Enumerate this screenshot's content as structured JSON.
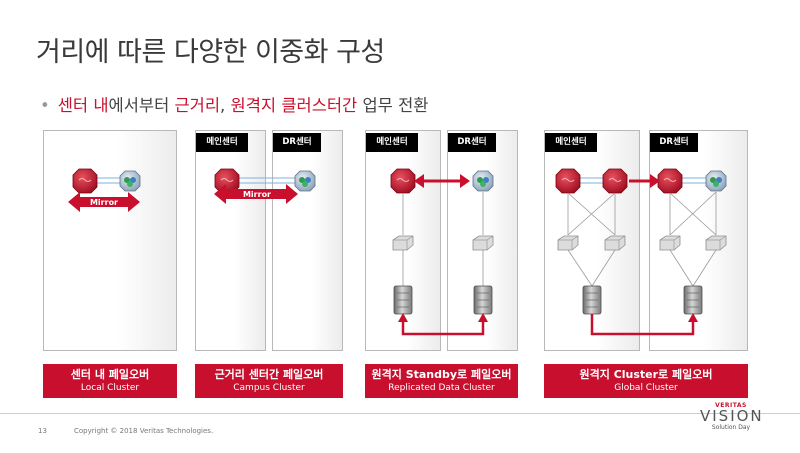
{
  "slide": {
    "title": "거리에 따른 다양한 이중화 구성",
    "bullet": {
      "part1": "센터 내",
      "part2": "에서부터 ",
      "part3": "근거리",
      "part4": ", ",
      "part5": "원격지 클러스터간",
      "part6": " 업무 전환"
    }
  },
  "scenarios": [
    {
      "tags": [],
      "mirror_label": "Mirror",
      "caption_ko": "센터 내 페일오버",
      "caption_en": "Local Cluster"
    },
    {
      "tags": [
        "메인센터",
        "DR센터"
      ],
      "mirror_label": "Mirror",
      "caption_ko": "근거리 센터간 페일오버",
      "caption_en": "Campus Cluster"
    },
    {
      "tags": [
        "메인센터",
        "DR센터"
      ],
      "caption_ko": "원격지 Standby로 페일오버",
      "caption_en": "Replicated Data Cluster"
    },
    {
      "tags": [
        "메인센터",
        "DR센터"
      ],
      "caption_ko": "원격지 Cluster로 페일오버",
      "caption_en": "Global Cluster"
    }
  ],
  "footer": {
    "page_number": "13",
    "copyright": "Copyright © 2018 Veritas Technologies."
  },
  "logo": {
    "brand": "VERITAS",
    "name": "VISION",
    "subtitle": "Solution Day"
  },
  "colors": {
    "accent": "#c8102e",
    "node": "#c8102e",
    "server": "#9fb4c8",
    "tag_bg": "#000000"
  },
  "icons": [
    "failed-node-icon",
    "server-icon",
    "switch-icon",
    "storage-icon",
    "arrow-icon"
  ]
}
